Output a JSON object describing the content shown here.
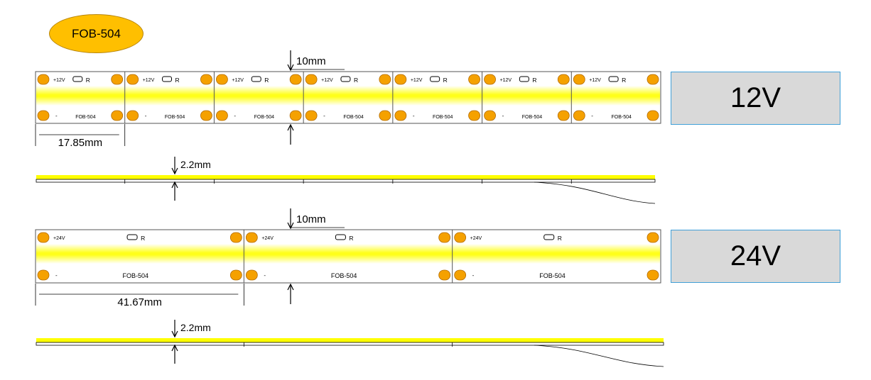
{
  "badge": {
    "label": "FOB-504"
  },
  "colors": {
    "pad": "#f5a100",
    "pad_stroke": "#b26b00",
    "badge_fill": "#ffbf00",
    "led_glow": "#ffff00",
    "box_fill": "#d9d9d9",
    "box_border": "#41a0d8"
  },
  "strip12": {
    "voltage_box": "12V",
    "segment_count": 7,
    "plus_label": "+12V",
    "minus_label": "-",
    "resistor_label": "R",
    "model_label": "FOB-504",
    "width_dim": "10mm",
    "segment_dim": "17.85mm",
    "thickness_dim": "2.2mm"
  },
  "strip24": {
    "voltage_box": "24V",
    "segment_count": 3,
    "plus_label": "+24V",
    "minus_label": "-",
    "resistor_label": "R",
    "model_label": "FOB-504",
    "width_dim": "10mm",
    "segment_dim": "41.67mm",
    "thickness_dim": "2.2mm"
  }
}
